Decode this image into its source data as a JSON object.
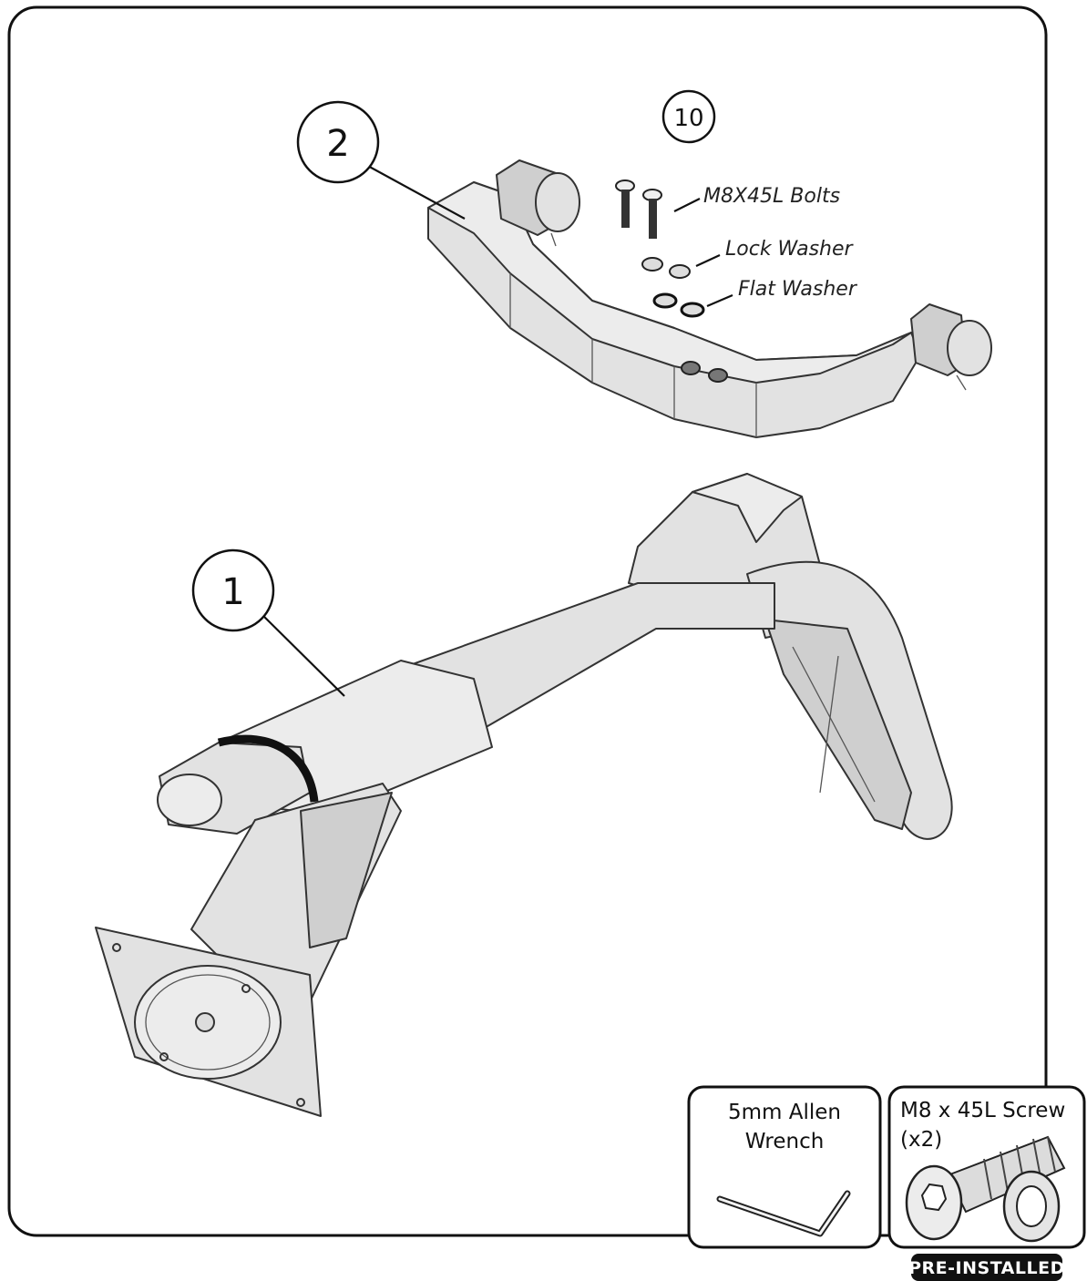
{
  "diagram": {
    "parts": [
      {
        "number": "1"
      },
      {
        "number": "2"
      }
    ],
    "hardware_group": {
      "number": "10",
      "items": [
        {
          "label": "M8X45L Bolts"
        },
        {
          "label": "Lock Washer"
        },
        {
          "label": "Flat Washer"
        }
      ]
    },
    "tools_box": {
      "line1": "5mm Allen",
      "line2": "Wrench"
    },
    "screw_box": {
      "line1": "M8 x 45L Screw",
      "line2": "(x2)",
      "badge": "PRE-INSTALLED"
    }
  }
}
